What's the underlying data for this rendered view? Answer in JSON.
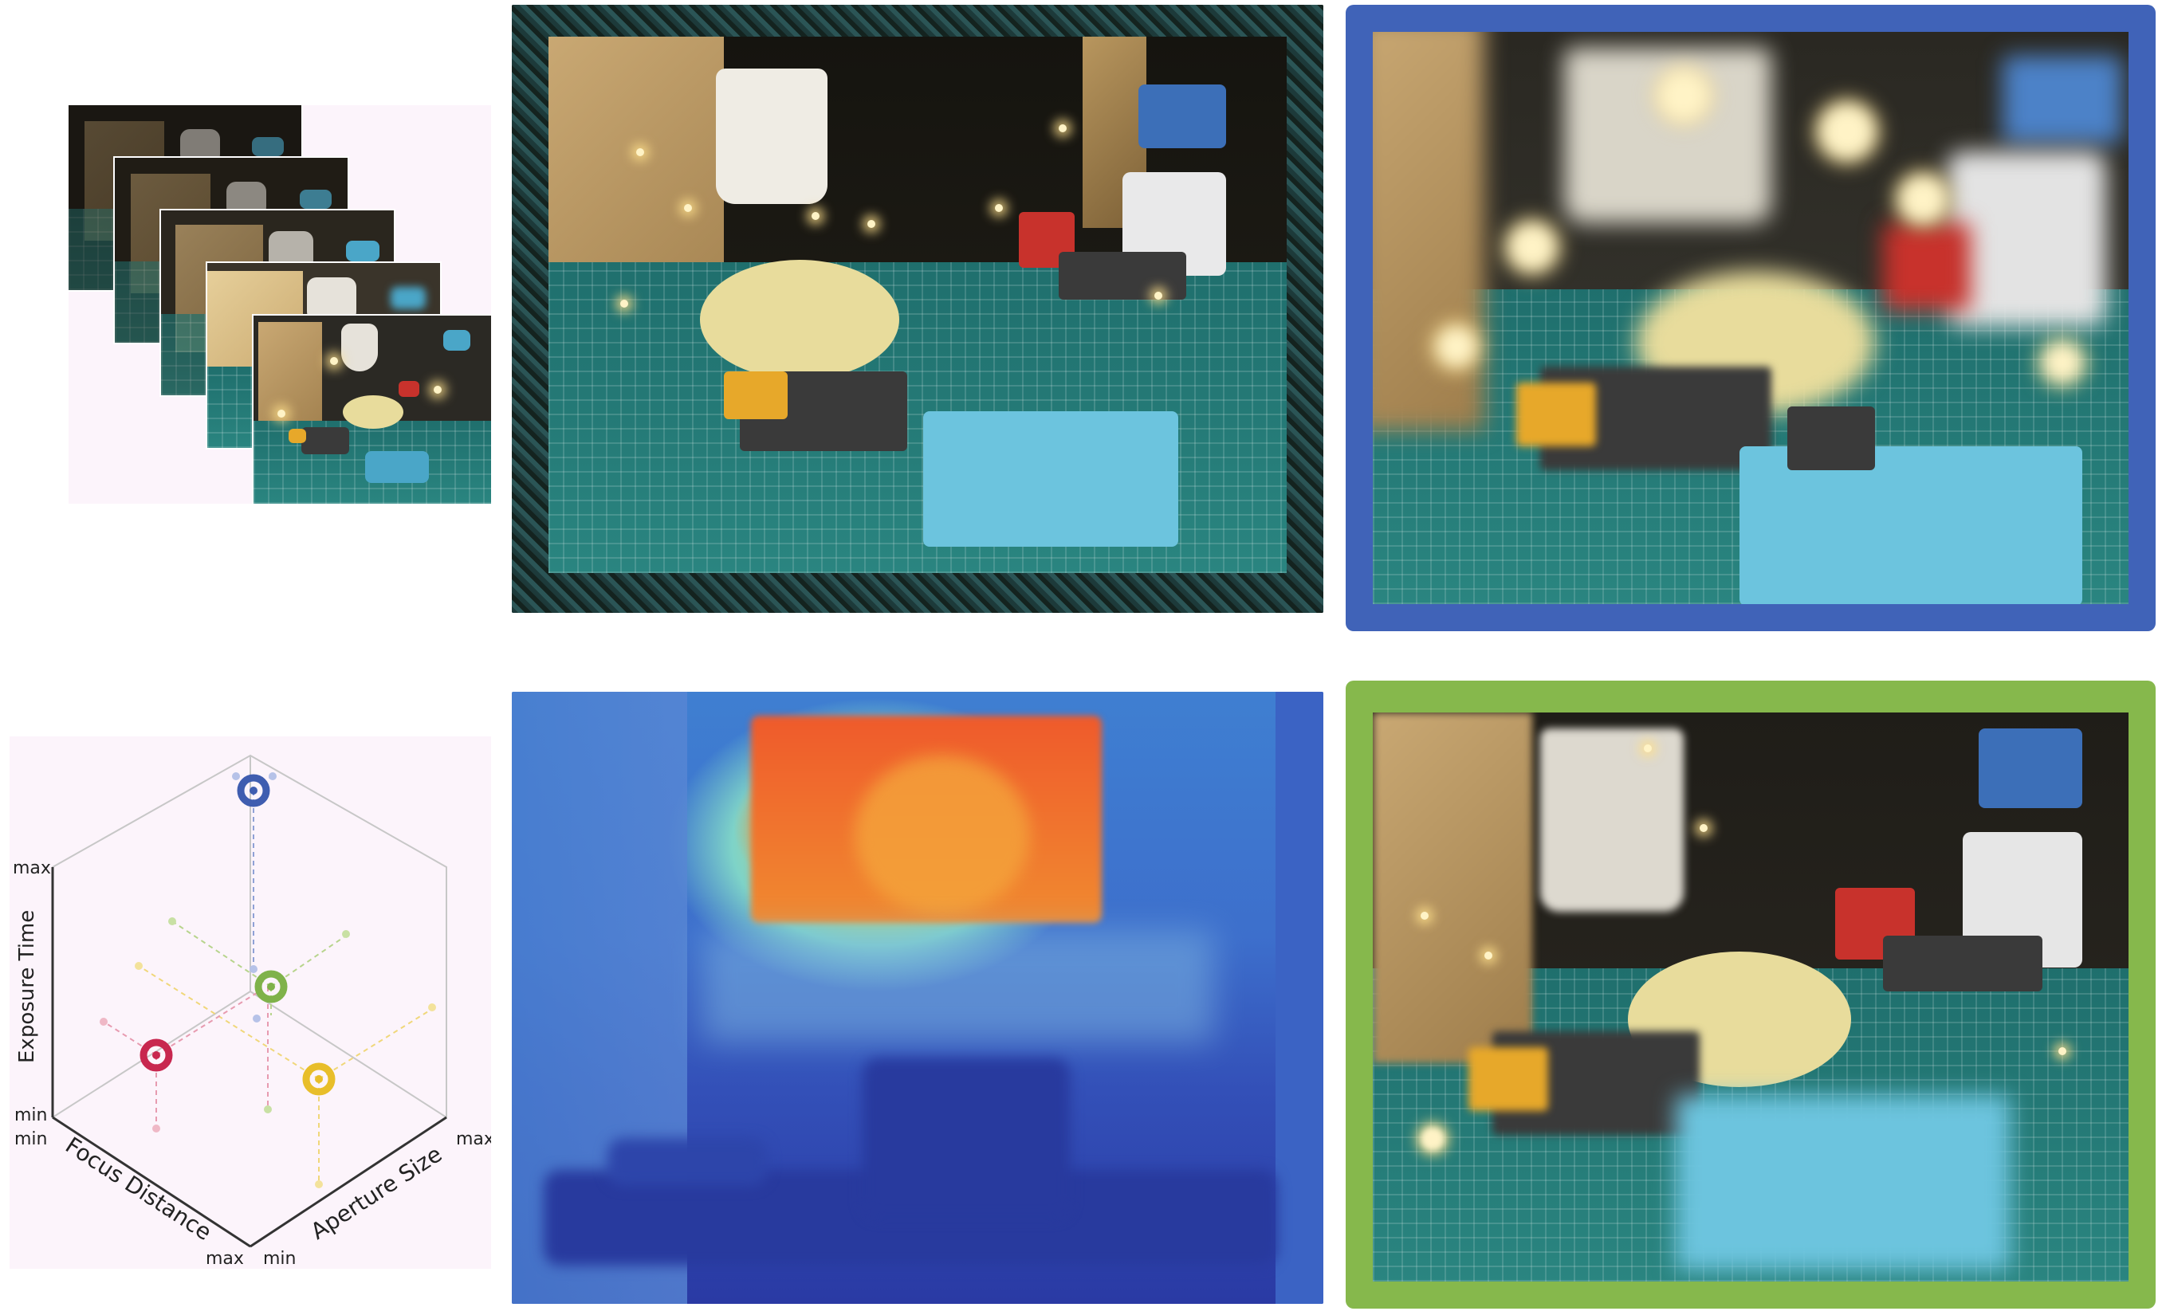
{
  "diagram": {
    "axes": {
      "vertical": {
        "label": "Exposure Time",
        "min": "min",
        "max": "max"
      },
      "left": {
        "label": "Focus Distance",
        "min": "min",
        "max": "max"
      },
      "right": {
        "label": "Aperture Size",
        "min": "min",
        "max": "max"
      }
    },
    "colors": {
      "blue": "#3f5db0",
      "green": "#7fb24a",
      "red": "#c8274f",
      "yellow": "#e8be2a",
      "blue_frame": "#4063b8",
      "green_frame": "#86b84c",
      "panel_bg": "#fcf4fb"
    }
  }
}
